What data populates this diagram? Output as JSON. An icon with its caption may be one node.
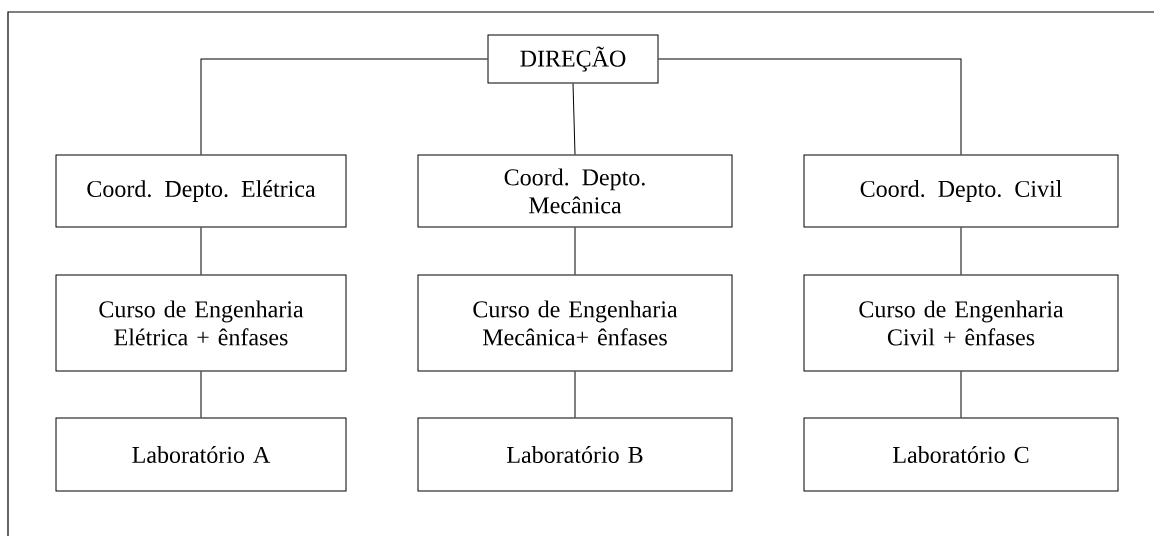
{
  "diagram": {
    "nodes": [
      {
        "text": [
          "DIREÇÃO"
        ]
      },
      {
        "text": [
          "Coord. Depto. Elétrica"
        ]
      },
      {
        "text": [
          "Coord. Depto. Mecânica"
        ]
      },
      {
        "text": [
          "Coord. Depto. Civil"
        ]
      },
      {
        "text": [
          "Curso de Engenharia Elétrica + ênfases"
        ]
      },
      {
        "text": [
          "Curso de Engenharia Mecânica+ ênfases"
        ]
      },
      {
        "text": [
          "Curso de Engenharia Civil + ênfases"
        ]
      },
      {
        "text": [
          "Laboratório A"
        ]
      },
      {
        "text": [
          "Laboratório B"
        ]
      },
      {
        "text": [
          "Laboratório C"
        ]
      }
    ],
    "edges": [
      {
        "from": 0,
        "to": 1,
        "arrow": "none"
      },
      {
        "from": 0,
        "to": 2,
        "arrow": "none"
      },
      {
        "from": 0,
        "to": 3,
        "arrow": "none"
      },
      {
        "from": 1,
        "to": 4,
        "arrow": "none"
      },
      {
        "from": 2,
        "to": 5,
        "arrow": "none"
      },
      {
        "from": 3,
        "to": 6,
        "arrow": "none"
      },
      {
        "from": 4,
        "to": 7,
        "arrow": "none"
      },
      {
        "from": 5,
        "to": 8,
        "arrow": "none"
      },
      {
        "from": 6,
        "to": 9,
        "arrow": "none"
      }
    ]
  }
}
